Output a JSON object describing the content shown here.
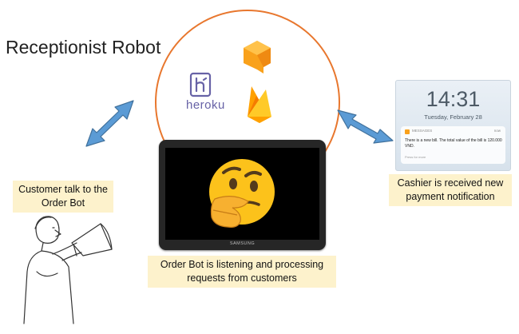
{
  "title": "Receptionist Robot",
  "captions": {
    "customer": "Customer talk to the Order Bot",
    "bot": "Order Bot is listening and processing requests from customers",
    "cashier": "Cashier is received new payment notification"
  },
  "logos": {
    "heroku": "heroku",
    "heroku_letter": "h",
    "dialogflow": "dialogflow-icon",
    "firebase": "firebase-icon"
  },
  "tablet": {
    "brand": "SAMSUNG",
    "emoji": "thinking-face-icon"
  },
  "phone": {
    "time": "14:31",
    "date": "Tuesday, February 28",
    "app_name": "MESSAGES",
    "received": "now",
    "message": "There is a new bill. The total value of the bill is 120.000 VND.",
    "action": "Press for more"
  },
  "colors": {
    "circle": "#e8772e",
    "arrow": "#5b9bd5",
    "arrow_border": "#41719c",
    "caption_bg": "#fdf2cc",
    "heroku": "#6762a6",
    "dialogflow": "#f9a11b",
    "firebase": "#ffca28"
  }
}
